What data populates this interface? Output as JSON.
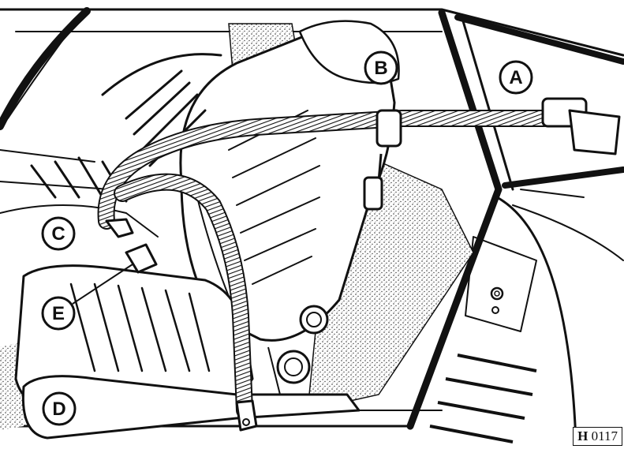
{
  "callouts": [
    {
      "id": "A",
      "label": "A"
    },
    {
      "id": "B",
      "label": "B"
    },
    {
      "id": "C",
      "label": "C"
    },
    {
      "id": "D",
      "label": "D"
    },
    {
      "id": "E",
      "label": "E"
    }
  ],
  "figure_ref": {
    "prefix": "H",
    "number": "0117"
  },
  "colors": {
    "ink": "#111111",
    "paper": "#ffffff",
    "carpet": "#cfcfcf"
  }
}
